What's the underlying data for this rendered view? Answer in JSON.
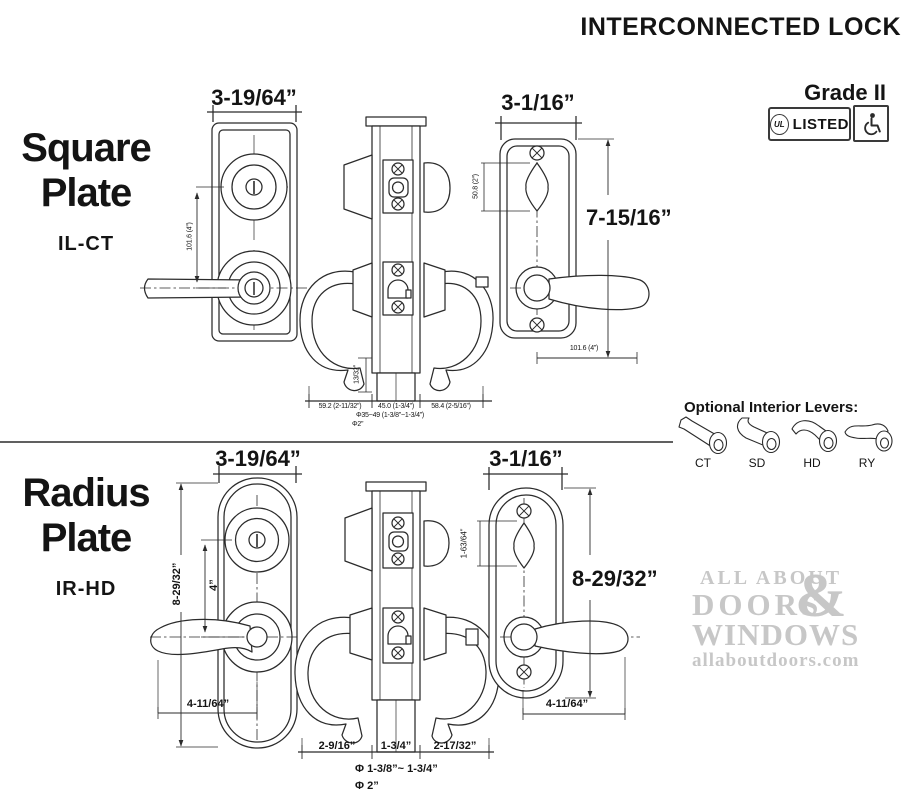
{
  "header": {
    "title": "INTERCONNECTED LOCK",
    "grade": "Grade II",
    "ul_symbol": "UL",
    "ul_listed": "LISTED"
  },
  "square": {
    "name_line1": "Square",
    "name_line2": "Plate",
    "model": "IL-CT",
    "front_width": "3-19/64”",
    "front_center_span": "101.6 (4”)",
    "edge_left": "59.2 (2-11/32”)",
    "edge_middle": "45.0 (1-3/4”)",
    "edge_right": "58.4 (2-5/16”)",
    "edge_bore": "Φ35~49 (1-3/8”~1-3/4”)",
    "edge_bore2": "Φ2”",
    "edge_offset": "13/32”",
    "interior_width": "3-1/16”",
    "interior_height": "7-15/16”",
    "thumbturn_span": "50.8 (2”)",
    "interior_lever_span": "101.6 (4”)"
  },
  "levers": {
    "label": "Optional Interior Levers:",
    "options": [
      "CT",
      "SD",
      "HD",
      "RY"
    ]
  },
  "radius": {
    "name_line1": "Radius",
    "name_line2": "Plate",
    "model": "IR-HD",
    "front_width": "3-19/64”",
    "front_height": "8-29/32”",
    "front_center_span": "4”",
    "front_lever_span": "4-11/64”",
    "edge_left": "2-9/16”",
    "edge_middle": "1-3/4”",
    "edge_right": "2-17/32”",
    "edge_bore": "Φ 1-3/8”~ 1-3/4”",
    "edge_bore2": "Φ 2”",
    "thumbturn_span": "1-63/64”",
    "interior_width": "3-1/16”",
    "interior_height": "8-29/32”",
    "interior_lever_span": "4-11/64”"
  },
  "watermark": {
    "line1": "ALL ABOUT",
    "amp": "&",
    "line2": "DOORS",
    "line3": "WINDOWS",
    "line4": "allaboutdoors.com"
  },
  "colors": {
    "line": "#2b2b2b",
    "watermark": "#c7c7c7"
  }
}
